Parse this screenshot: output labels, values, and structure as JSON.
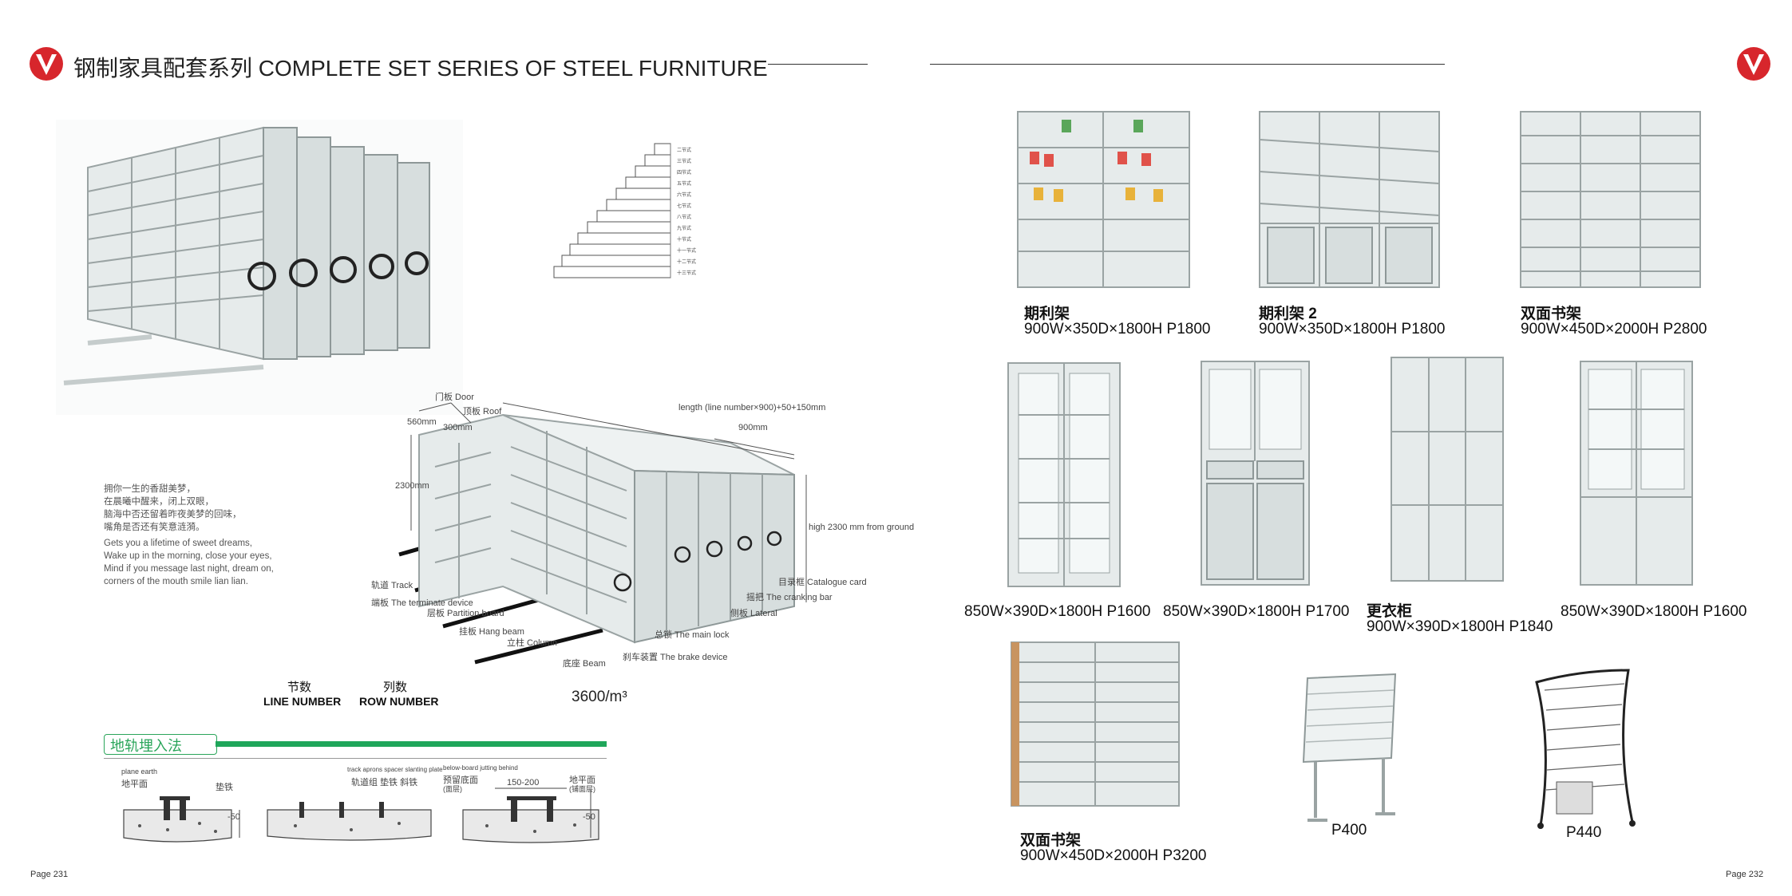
{
  "header": {
    "title": "钢制家具配套系列 COMPLETE SET SERIES OF STEEL FURNITURE",
    "brand_color": "#d7262c"
  },
  "left": {
    "poem": [
      "拥你一生的香甜美梦，",
      "在晨曦中醒来，闭上双眼，",
      "脑海中否还留着昨夜美梦的回味，",
      "嘴角是否还有笑意涟漪。",
      "Gets you a lifetime of sweet dreams,",
      "Wake up in the morning, close your eyes,",
      "Mind if you message last night, dream on,",
      "corners of the mouth smile lian lian."
    ],
    "diagram_labels": {
      "door": "门板 Door",
      "roof": "顶板 Roof",
      "track": "轨道 Track",
      "terminate": "端板 The terminate device",
      "partition": "层板 Partition board",
      "hang_beam": "挂板 Hang beam",
      "column": "立柱 Column",
      "beam": "底座 Beam",
      "brake": "刹车装置 The brake device",
      "main_lock": "总锁 The main lock",
      "lateral": "侧板 Lateral",
      "cranking": "摇把 The cranking bar",
      "catalogue": "目录框 Catalogue card",
      "length": "length (line number×900)+50+150mm",
      "w900": "900mm",
      "w560": "560mm",
      "w300": "300mm",
      "h2300": "2300mm",
      "high": "high 2300 mm from ground"
    },
    "line_number": {
      "cn": "节数",
      "en": "LINE NUMBER"
    },
    "row_number": {
      "cn": "列数",
      "en": "ROW NUMBER"
    },
    "density": "3600/m³",
    "rail_title": "地轨埋入法",
    "rail_labels": {
      "ground1": "地平面",
      "ground1_en": "plane earth",
      "spacer": "垫铁",
      "track_group": "轨道组 垫铁 斜铁",
      "track_group_en": "track aprons   spacer  slanting plate",
      "reserve": "预留底面",
      "reserve_en": "below-board jutting behind",
      "ground2": "地平面",
      "range": "150-200",
      "finish1": "(面层)",
      "finish2": "(铺面层)",
      "d50": "-50"
    },
    "page_no": "Page 231"
  },
  "right": {
    "products": [
      {
        "name": "期利架",
        "spec": "900W×350D×1800H   P1800"
      },
      {
        "name": "期利架 2",
        "spec": "900W×350D×1800H   P1800"
      },
      {
        "name": "双面书架",
        "spec": "900W×450D×2000H   P2800"
      },
      {
        "name": "",
        "spec": "850W×390D×1800H   P1600"
      },
      {
        "name": "",
        "spec": "850W×390D×1800H   P1700"
      },
      {
        "name": "更衣柜",
        "spec": "900W×390D×1800H   P1840"
      },
      {
        "name": "",
        "spec": "850W×390D×1800H   P1600"
      },
      {
        "name": "双面书架",
        "spec": "900W×450D×2000H   P3200"
      },
      {
        "name": "",
        "spec": "P400"
      },
      {
        "name": "",
        "spec": "P440"
      }
    ],
    "page_no": "Page 232"
  }
}
